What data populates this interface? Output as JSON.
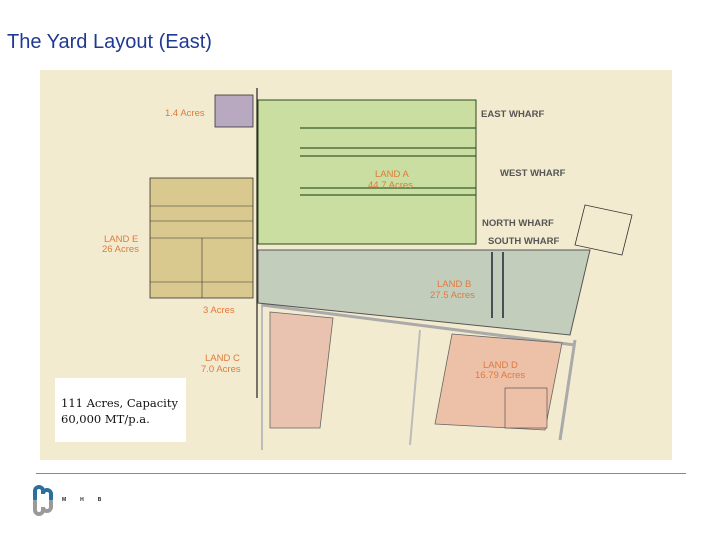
{
  "slide": {
    "title": "The Yard Layout (East)",
    "info_line1": "111 Acres, Capacity",
    "info_line2": "60,000 MT/p.a."
  },
  "map": {
    "labels": {
      "small_plot": "1.4 Acres",
      "land_e_name": "LAND E",
      "land_e_area": "26 Acres",
      "plot_3": "3 Acres",
      "land_c_name": "LAND C",
      "land_c_area": "7.0 Acres",
      "land_a_name": "LAND A",
      "land_a_area": "44.7 Acres",
      "land_b_name": "LAND B",
      "land_b_area": "27.5 Acres",
      "land_d_name": "LAND D",
      "land_d_area": "16.79 Acres",
      "east_wharf": "EAST WHARF",
      "west_wharf": "WEST WHARF",
      "north_wharf": "NORTH WHARF",
      "south_wharf": "SOUTH WHARF"
    },
    "colors": {
      "background": "#f3ebcf",
      "land_a": "#c9dea0",
      "land_b": "#c3cdbc",
      "land_c": "#e9c3b0",
      "land_d": "#edc0a8",
      "land_e": "#d9c98f",
      "small_plot": "#b8a8c0",
      "label": "#e07a3c"
    }
  },
  "footer": {
    "logo_text": "MHB",
    "logo_colors": [
      "#2a6f9e",
      "#9a9a9a"
    ]
  }
}
